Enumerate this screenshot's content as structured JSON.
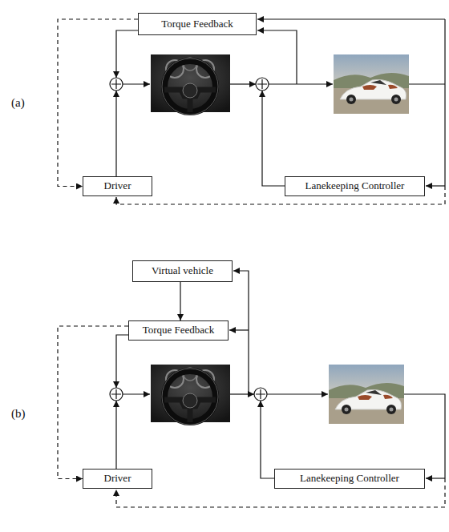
{
  "diagram": {
    "nodes": [
      {
        "text": [
          "Torque Feedback"
        ]
      },
      {
        "text": [
          "Driver"
        ]
      },
      {
        "text": [
          "Lanekeeping Controller"
        ]
      },
      {
        "text": [
          "Virtual vehicle"
        ]
      },
      {
        "text": [
          "Torque Feedback"
        ]
      },
      {
        "text": [
          "Driver"
        ]
      },
      {
        "text": [
          "Lanekeeping Controller"
        ]
      }
    ],
    "edges": [
      {
        "from": 0,
        "to": 1,
        "arrow": "to"
      },
      {
        "from": 3,
        "to": 4,
        "arrow": "to"
      },
      {
        "from": 4,
        "to": 5,
        "arrow": "to"
      }
    ],
    "labels": [
      "(a)",
      "(b)"
    ]
  }
}
